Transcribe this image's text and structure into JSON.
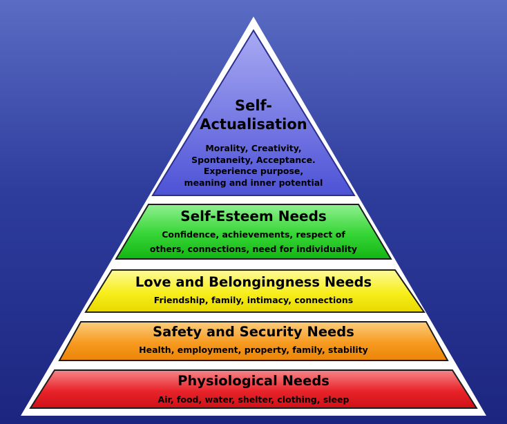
{
  "colors": {
    "background_top": "#5a6cc4",
    "background_bottom": "#1c2680",
    "outline": "#ffffff",
    "level_self_actualisation": "#6f74e4",
    "level_self_esteem": "#2fd62f",
    "level_love_belonging": "#f6ee10",
    "level_safety_security": "#f79a1f",
    "level_physiological": "#e8242a"
  },
  "levels": [
    {
      "id": "self-actualisation",
      "title_line1": "Self-",
      "title_line2": "Actualisation",
      "desc_lines": [
        "Morality, Creativity,",
        "Spontaneity, Acceptance.",
        "Experience purpose,",
        "meaning and inner potential"
      ]
    },
    {
      "id": "self-esteem",
      "title": "Self-Esteem Needs",
      "desc_lines": [
        "Confidence, achievements, respect of",
        "others, connections, need for individuality"
      ]
    },
    {
      "id": "love-belonging",
      "title": "Love and Belongingness Needs",
      "desc": "Friendship, family, intimacy, connections"
    },
    {
      "id": "safety-security",
      "title": "Safety and Security Needs",
      "desc": "Health, employment, property, family, stability"
    },
    {
      "id": "physiological",
      "title": "Physiological Needs",
      "desc": "Air, food, water, shelter, clothing, sleep"
    }
  ]
}
